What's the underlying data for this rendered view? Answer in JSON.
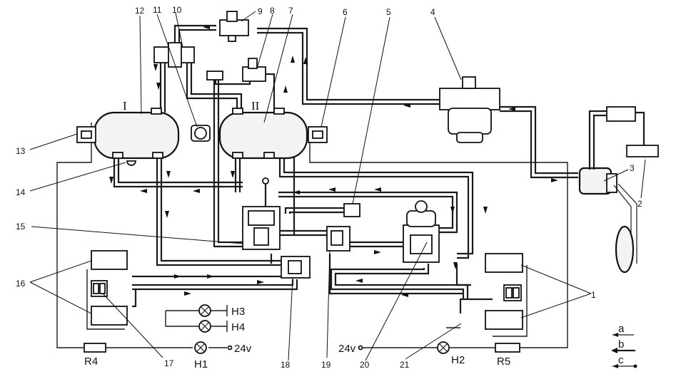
{
  "callouts": [
    "1",
    "2",
    "3",
    "4",
    "5",
    "6",
    "7",
    "8",
    "9",
    "10",
    "11",
    "12",
    "13",
    "14",
    "15",
    "16",
    "17",
    "18",
    "19",
    "20",
    "21"
  ],
  "tanks": {
    "left": "I",
    "right": "II"
  },
  "electrical": {
    "lamp_h1": "H1",
    "lamp_h2": "H2",
    "lamp_h3": "H3",
    "lamp_h4": "H4",
    "resistor_r4": "R4",
    "resistor_r5": "R5",
    "supply_left": "24v",
    "supply_right": "24v"
  },
  "legend": {
    "a": "a",
    "b": "b",
    "c": "c"
  }
}
